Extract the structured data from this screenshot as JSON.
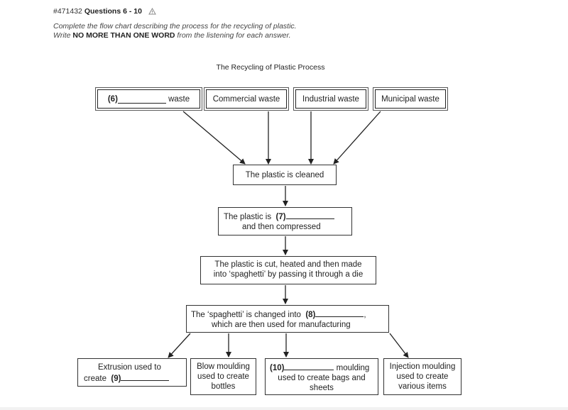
{
  "header": {
    "qid": "#471432",
    "qrange": "Questions 6 - 10",
    "warning_icon": "warning-triangle-icon",
    "instruction_line1": "Complete the flow chart describing the process for the recycling of plastic.",
    "instruction_line2_pre": "Write",
    "instruction_line2_bold": "NO MORE THAN ONE WORD",
    "instruction_line2_post": "from the listening for each answer."
  },
  "diagram": {
    "title": "The Recycling of Plastic Process",
    "sources": {
      "q6_num": "(6)",
      "q6_suffix": "waste",
      "commercial": "Commercial waste",
      "industrial": "Industrial waste",
      "municipal": "Municipal waste"
    },
    "step1": "The plastic is cleaned",
    "step2": {
      "pre": "The plastic is",
      "num": "(7)",
      "post": "and then compressed"
    },
    "step3": {
      "line1": "The plastic is cut, heated and then made",
      "line2": "into ‘spaghetti’ by passing it through a die"
    },
    "step4": {
      "pre": "The ‘spaghetti’ is changed into",
      "num": "(8)",
      "punct": ",",
      "line2": "which are then used for manufacturing"
    },
    "outputs": {
      "extrusion_line1": "Extrusion used to",
      "extrusion_pre": "create",
      "q9_num": "(9)",
      "blow_line1": "Blow moulding",
      "blow_line2": "used to create",
      "blow_line3": "bottles",
      "q10_num": "(10)",
      "q10_suffix": "moulding",
      "q10_line2": "used to create bags and",
      "q10_line3": "sheets",
      "injection_line1": "Injection moulding",
      "injection_line2": "used to create",
      "injection_line3": "various items"
    }
  }
}
